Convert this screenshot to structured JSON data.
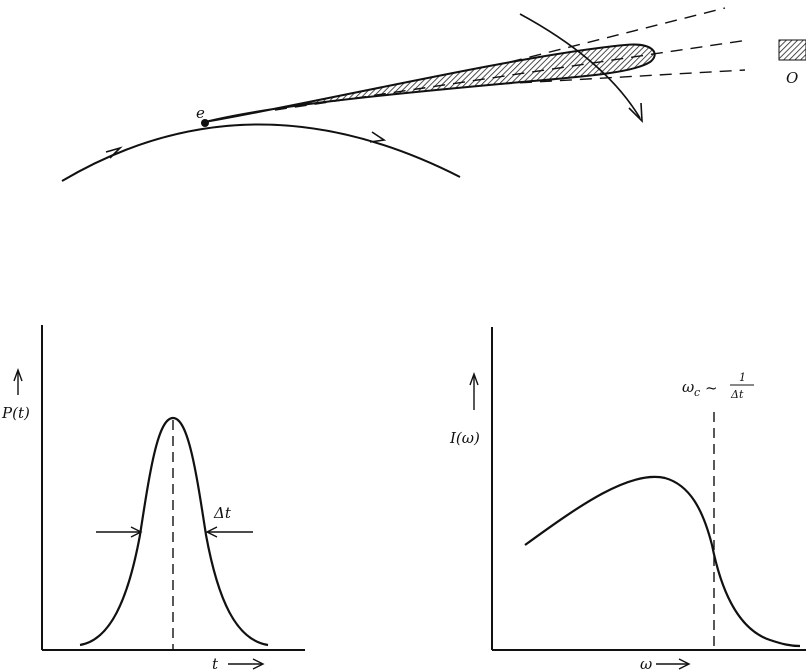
{
  "orbit_diagram": {
    "electron_label": "e",
    "observer_label": "O"
  },
  "pulse_plot": {
    "y_label": "P(t)",
    "x_label": "t",
    "width_label": "Δt"
  },
  "spectrum_plot": {
    "y_label": "I(ω)",
    "x_label": "ω",
    "cutoff_symbol": "ω",
    "cutoff_subscript": "c",
    "cutoff_approx": "~",
    "cutoff_numerator": "1",
    "cutoff_denominator": "Δt"
  }
}
